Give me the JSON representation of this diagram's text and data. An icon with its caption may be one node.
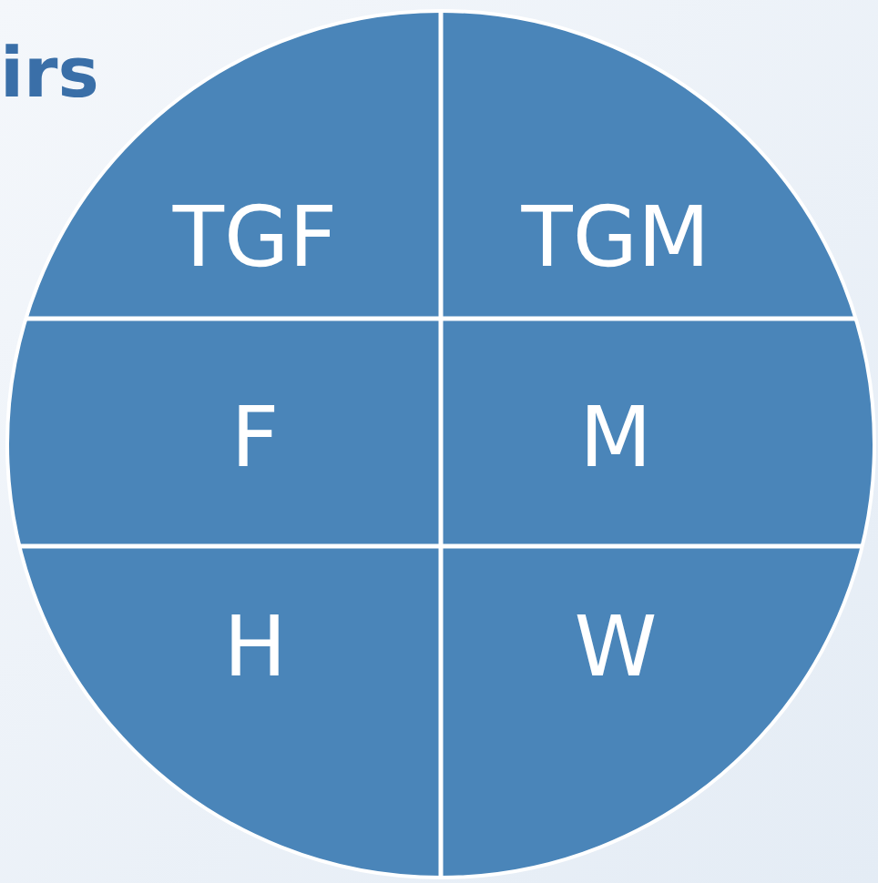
{
  "diagram": {
    "nodes": [
      {
        "text": [],
        "shape": "circle"
      },
      {
        "text": [
          "TGF"
        ],
        "in": 0
      },
      {
        "text": [
          "TGM"
        ],
        "in": 0
      },
      {
        "text": [
          "F"
        ],
        "in": 0
      },
      {
        "text": [
          "M"
        ],
        "in": 0
      },
      {
        "text": [
          "H"
        ],
        "in": 0
      },
      {
        "text": [
          "W"
        ],
        "in": 0
      }
    ],
    "labels": [
      "irs"
    ]
  }
}
